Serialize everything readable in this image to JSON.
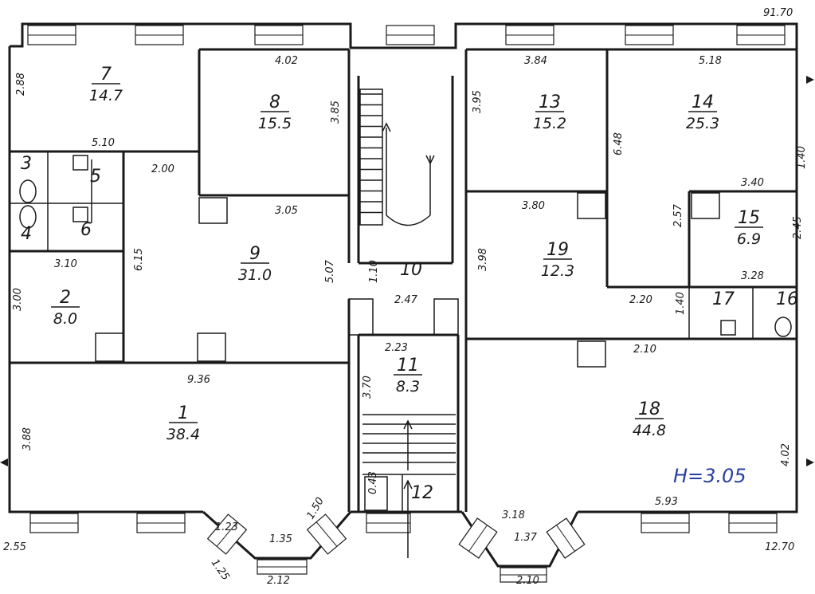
{
  "plan": {
    "height_label": "H=3.05",
    "corner_labels": {
      "top_right": "91.70",
      "bottom_left": "2.55",
      "bottom_right": "12.70"
    },
    "rooms": [
      {
        "id": "7",
        "number": "7",
        "area": "14.7"
      },
      {
        "id": "8",
        "number": "8",
        "area": "15.5"
      },
      {
        "id": "3",
        "number": "3",
        "area": ""
      },
      {
        "id": "4",
        "number": "4",
        "area": ""
      },
      {
        "id": "5",
        "number": "5",
        "area": ""
      },
      {
        "id": "6",
        "number": "6",
        "area": ""
      },
      {
        "id": "2",
        "number": "2",
        "area": "8.0"
      },
      {
        "id": "9",
        "number": "9",
        "area": "31.0"
      },
      {
        "id": "1",
        "number": "1",
        "area": "38.4"
      },
      {
        "id": "10",
        "number": "10",
        "area": ""
      },
      {
        "id": "11",
        "number": "11",
        "area": "8.3"
      },
      {
        "id": "12",
        "number": "12",
        "area": ""
      },
      {
        "id": "13",
        "number": "13",
        "area": "15.2"
      },
      {
        "id": "14",
        "number": "14",
        "area": "25.3"
      },
      {
        "id": "15",
        "number": "15",
        "area": "6.9"
      },
      {
        "id": "19",
        "number": "19",
        "area": "12.3"
      },
      {
        "id": "17",
        "number": "17",
        "area": ""
      },
      {
        "id": "16",
        "number": "16",
        "area": ""
      },
      {
        "id": "18",
        "number": "18",
        "area": "44.8"
      }
    ],
    "dimensions": [
      "4.02",
      "2.88",
      "3.85",
      "5.10",
      "2.00",
      "3.05",
      "5.07",
      "6.15",
      "3.10",
      "3.00",
      "9.36",
      "3.88",
      "1.10",
      "2.47",
      "2.23",
      "3.70",
      "0.43",
      "1.23",
      "1.35",
      "1.50",
      "1.25",
      "2.12",
      "3.84",
      "5.18",
      "3.95",
      "6.48",
      "1.40",
      "3.40",
      "2.57",
      "2.45",
      "3.80",
      "3.98",
      "3.28",
      "2.20",
      "1.40",
      "2.10",
      "4.02",
      "5.93",
      "3.18",
      "1.37",
      "2.10"
    ]
  }
}
